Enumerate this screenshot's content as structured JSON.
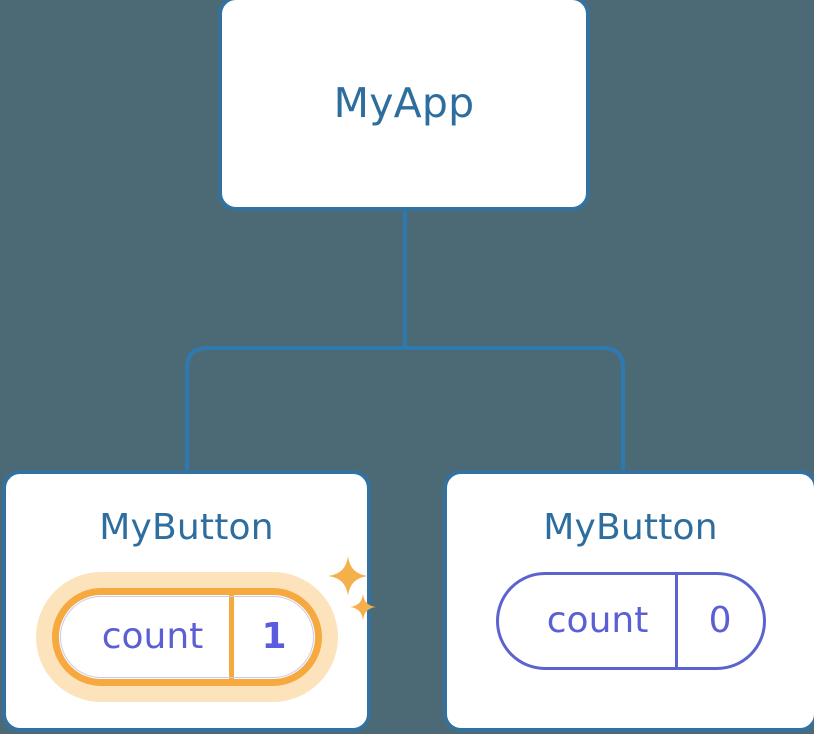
{
  "diagram": {
    "title": "Component tree with reactive state",
    "background_color": "#4c6a75",
    "edge_color": "#2e7ab0",
    "node_border_color": "#35719e",
    "node_text_color": "#2e6e9e",
    "state_text_color": "#5b5fd4",
    "highlight_color": "#f5a93f",
    "highlight_glow_color": "#fce3bb"
  },
  "root": {
    "label": "MyApp"
  },
  "children": [
    {
      "label": "MyButton",
      "state": {
        "key": "count",
        "value": "1"
      },
      "highlighted": true,
      "sparkle_icons": [
        "sparkle-large-icon",
        "sparkle-small-icon"
      ]
    },
    {
      "label": "MyButton",
      "state": {
        "key": "count",
        "value": "0"
      },
      "highlighted": false
    }
  ]
}
